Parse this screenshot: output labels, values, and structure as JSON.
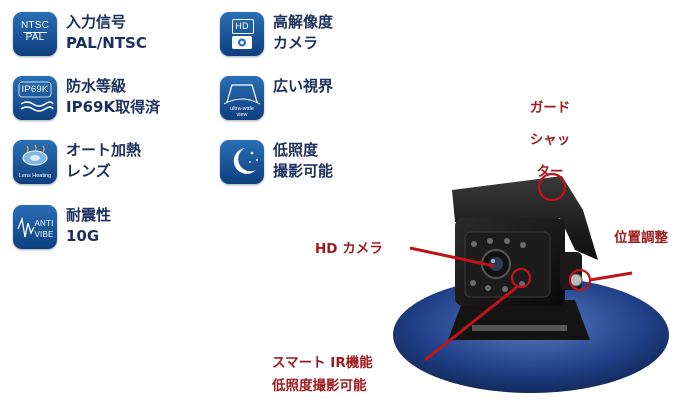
{
  "features": [
    {
      "icon": "ntsc-pal-icon",
      "badge": [
        "NTSC",
        "PAL"
      ],
      "label": "入力信号\nPAL/NTSC"
    },
    {
      "icon": "ip69k-icon",
      "badge": [
        "IP69K"
      ],
      "label": "防水等級\nIP69K取得済"
    },
    {
      "icon": "lens-heating-icon",
      "badge": [
        "Lens Heating"
      ],
      "label": "オート加熱\nレンズ"
    },
    {
      "icon": "anti-vibe-icon",
      "badge": [
        "ANTI",
        "VIBE"
      ],
      "label": "耐震性\n10G"
    },
    {
      "icon": "hd-camera-icon",
      "badge": [
        "HD"
      ],
      "label": "高解像度\nカメラ"
    },
    {
      "icon": "wide-view-icon",
      "badge": [
        "ultra-wide",
        "view"
      ],
      "label": "広い視界"
    },
    {
      "icon": "night-icon",
      "badge": [],
      "label": "低照度\n撮影可能"
    }
  ],
  "callouts": {
    "shutter": "ガード\nシャッター",
    "hd_camera": "HD カメラ",
    "adjust": "位置調整",
    "smart_ir_line1": "スマート IR機能",
    "smart_ir_line2": "低照度撮影可能"
  },
  "colors": {
    "badge_blue": "#0d3f7e",
    "label_navy": "#1c2f5c",
    "callout_red": "#9e1a1c",
    "stage_blue": "#1f3f86"
  }
}
